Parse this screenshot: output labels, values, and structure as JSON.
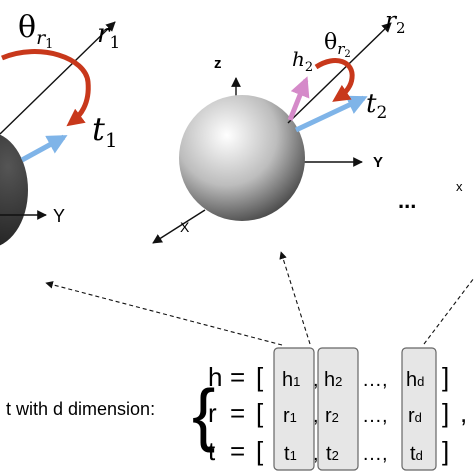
{
  "colors": {
    "axis": "#111111",
    "theta_arrow": "#c8381b",
    "t_vector": "#7fb4e8",
    "h_vector": "#d58ac9",
    "sphere_light": "#ffffff",
    "sphere_mid": "#bdbdbd",
    "sphere_dark": "#4a4a4a",
    "dark_sphere": "#1e1e1e",
    "box_fill": "#e6e6e6",
    "box_stroke": "#666666"
  },
  "left_diagram": {
    "theta_base": "θ",
    "theta_sub": "r",
    "theta_sub2": "1",
    "r_base": "r",
    "r_sub": "1",
    "t_base": "t",
    "t_sub": "1",
    "y_axis": "Y"
  },
  "right_diagram": {
    "theta_base": "θ",
    "theta_sub": "r",
    "theta_sub2": "2",
    "r_base": "r",
    "r_sub": "2",
    "h_base": "h",
    "h_sub": "2",
    "t_base": "t",
    "t_sub": "2",
    "z_axis": "z",
    "y_axis": "Y",
    "x_axis": "X"
  },
  "ellipsis": "...",
  "far_x": "x",
  "caption": "t with d dimension:",
  "brace": "{",
  "matrix": [
    {
      "name": "h",
      "eq": "=",
      "open": "[",
      "c1": "h",
      "c1s": "1",
      "c2": "h",
      "c2s": "2",
      "dots": "…,",
      "cd": "h",
      "cds": "d",
      "close": "]",
      "trail": ""
    },
    {
      "name": "r",
      "eq": "=",
      "open": "[",
      "c1": "r",
      "c1s": "1",
      "c2": "r",
      "c2s": "2",
      "dots": "…,",
      "cd": "r",
      "cds": "d",
      "close": "]",
      "trail": ","
    },
    {
      "name": "t",
      "eq": "=",
      "open": "[",
      "c1": "t",
      "c1s": "1",
      "c2": "t",
      "c2s": "2",
      "dots": "…,",
      "cd": "t",
      "cds": "d",
      "close": "]",
      "trail": ""
    }
  ]
}
